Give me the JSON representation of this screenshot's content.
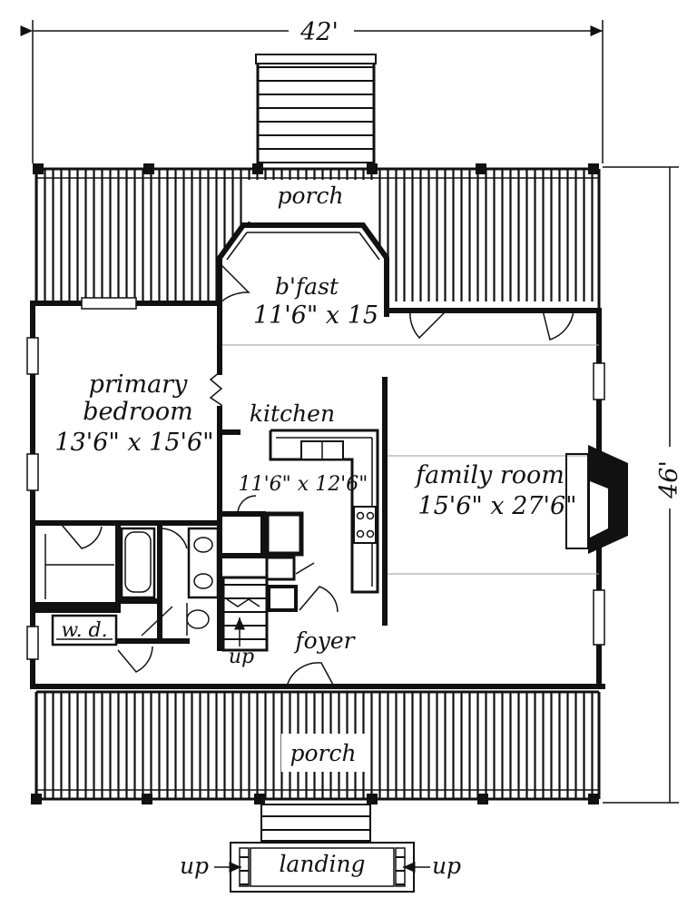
{
  "dimensions": {
    "width_label": "42'",
    "depth_label": "46'"
  },
  "rooms": {
    "rear_porch": "porch",
    "breakfast": {
      "name": "b'fast",
      "size": "11'6\" x 15"
    },
    "primary_bedroom": {
      "name_line1": "primary",
      "name_line2": "bedroom",
      "size": "13'6\" x 15'6\""
    },
    "kitchen": {
      "name": "kitchen",
      "size": "11'6\" x 12'6\""
    },
    "family_room": {
      "name": "family room",
      "size": "15'6\" x 27'6\""
    },
    "laundry": "w. d.",
    "stair_up": "up",
    "foyer": "foyer",
    "front_porch": "porch",
    "landing": "landing",
    "landing_up_left": "up",
    "landing_up_right": "up"
  }
}
